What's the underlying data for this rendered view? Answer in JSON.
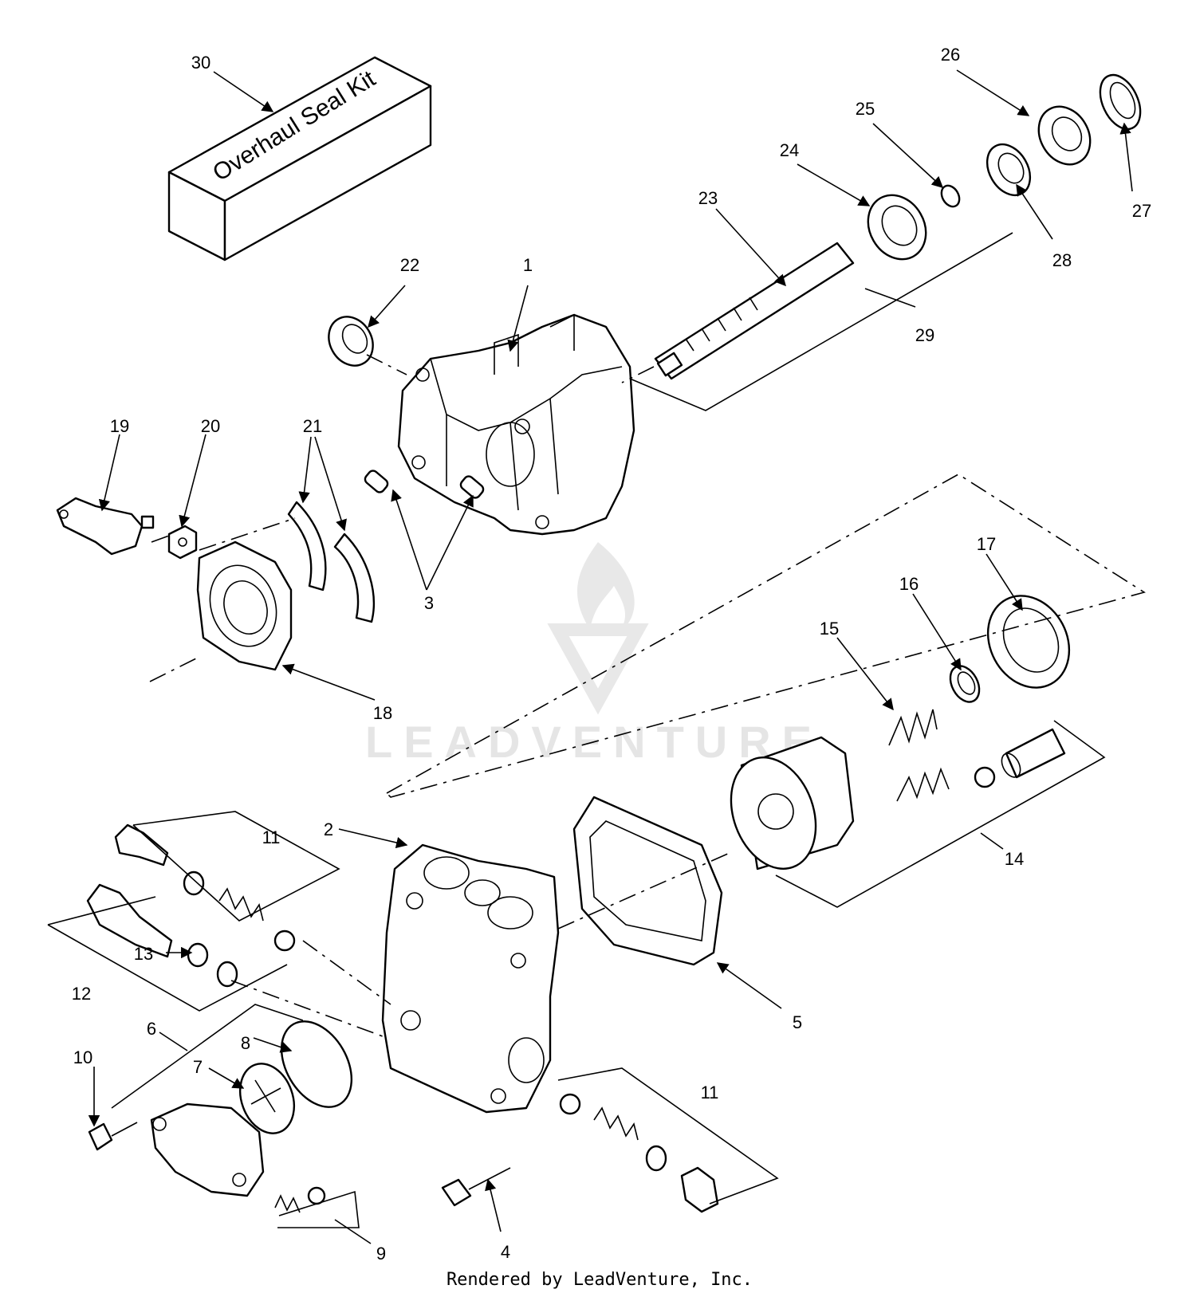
{
  "diagram": {
    "kit_label": "Overhaul Seal Kit",
    "footer": "Rendered by LeadVenture, Inc.",
    "watermark": "LEADVENTURE",
    "callouts": {
      "c1": "1",
      "c2": "2",
      "c3": "3",
      "c4": "4",
      "c5": "5",
      "c6": "6",
      "c7": "7",
      "c8": "8",
      "c9": "9",
      "c10": "10",
      "c11a": "11",
      "c11b": "11",
      "c12": "12",
      "c13": "13",
      "c14": "14",
      "c15": "15",
      "c16": "16",
      "c17": "17",
      "c18": "18",
      "c19": "19",
      "c20": "20",
      "c21": "21",
      "c22": "22",
      "c23": "23",
      "c24": "24",
      "c25": "25",
      "c26": "26",
      "c27": "27",
      "c28": "28",
      "c29": "29",
      "c30": "30"
    }
  }
}
